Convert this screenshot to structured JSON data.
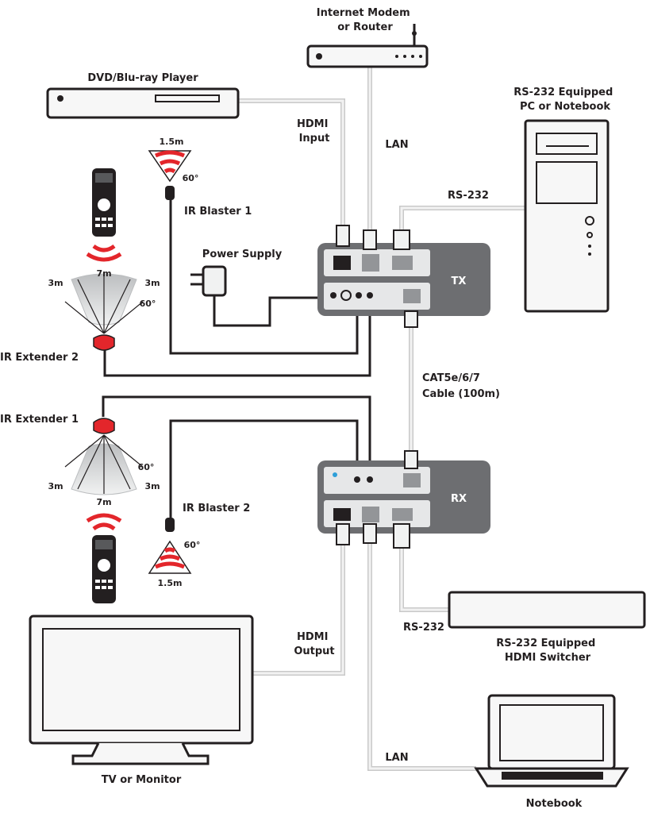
{
  "devices": {
    "modem": "Internet Modem\nor Router",
    "dvd": "DVD/Blu-ray Player",
    "pc": "RS-232 Equipped\nPC or Notebook",
    "tx": "TX",
    "rx": "RX",
    "switcher": "RS-232 Equipped\nHDMI Switcher",
    "tv": "TV or Monitor",
    "notebook": "Notebook",
    "power_supply": "Power Supply"
  },
  "connections": {
    "hdmi_input": "HDMI\nInput",
    "hdmi_output": "HDMI\nOutput",
    "lan_top": "LAN",
    "lan_bottom": "LAN",
    "rs232_top": "RS-232",
    "rs232_bottom": "RS-232",
    "cat_cable": "CAT5e/6/7\nCable (100m)"
  },
  "ir": {
    "blaster1": "IR Blaster 1",
    "blaster2": "IR Blaster 2",
    "extender1": "IR Extender 1",
    "extender2": "IR Extender 2",
    "blaster1_range": "1.5m",
    "blaster1_angle": "60°",
    "blaster2_range": "1.5m",
    "blaster2_angle": "60°",
    "ext2_left": "3m",
    "ext2_center": "7m",
    "ext2_right": "3m",
    "ext2_angle": "60°",
    "ext1_left": "3m",
    "ext1_center": "7m",
    "ext1_right": "3m",
    "ext1_angle": "60°"
  },
  "colors": {
    "ir_signal": "#e3262b",
    "box": "#6d6e71",
    "cable": "#c9c9c9",
    "wire": "#231f20"
  }
}
